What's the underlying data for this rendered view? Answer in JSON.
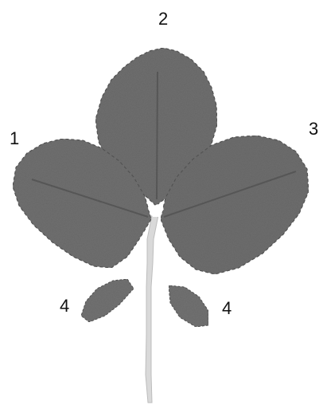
{
  "labels": {
    "top": "2",
    "left": "1",
    "right": "3",
    "bottom_left": "4",
    "bottom_right": "4"
  },
  "colors": {
    "background": "#ffffff",
    "leaf": "#6f6f6f",
    "leaf_dark": "#5a5a5a",
    "stem": "#d8d8d8",
    "label": "#111111"
  }
}
